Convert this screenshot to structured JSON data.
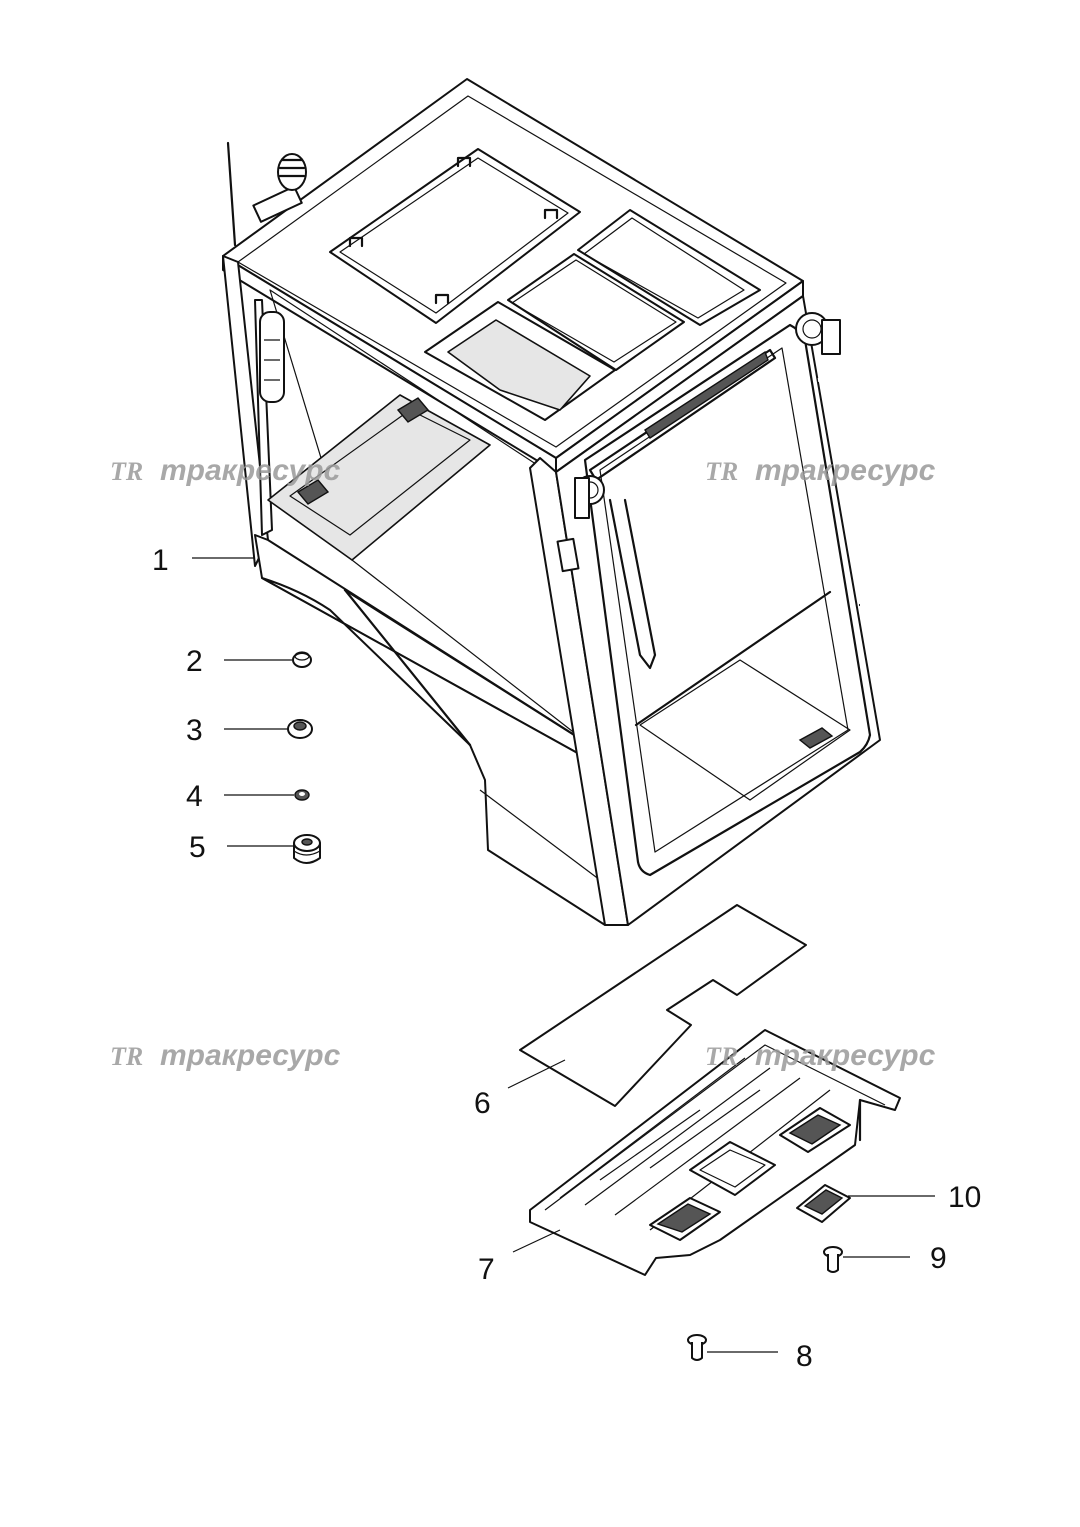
{
  "callouts": [
    {
      "id": "1",
      "label": "1"
    },
    {
      "id": "2",
      "label": "2"
    },
    {
      "id": "3",
      "label": "3"
    },
    {
      "id": "4",
      "label": "4"
    },
    {
      "id": "5",
      "label": "5"
    },
    {
      "id": "6",
      "label": "6"
    },
    {
      "id": "7",
      "label": "7"
    },
    {
      "id": "8",
      "label": "8"
    },
    {
      "id": "9",
      "label": "9"
    },
    {
      "id": "10",
      "label": "10"
    }
  ],
  "watermark": {
    "logo": "TR",
    "text": "тракресурс",
    "color": "#9a9a9a"
  }
}
